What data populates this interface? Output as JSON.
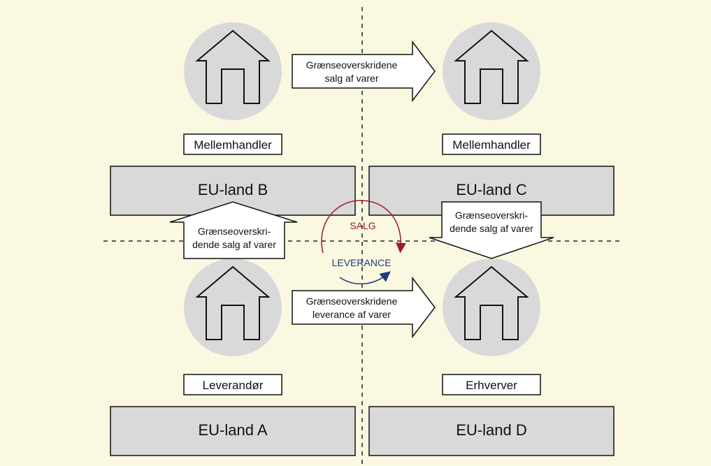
{
  "colors": {
    "background": "#fbf8e1",
    "circle": "#d9d9d9",
    "box": "#d9d9d9",
    "salg": "#9b1b30",
    "leverance": "#1f3a78"
  },
  "countries": {
    "a": "EU-land A",
    "b": "EU-land B",
    "c": "EU-land C",
    "d": "EU-land D"
  },
  "roles": {
    "top_left": "Mellemhandler",
    "top_right": "Mellemhandler",
    "bottom_left": "Leverandør",
    "bottom_right": "Erhverver"
  },
  "arrows": {
    "top_line1": "Grænseoverskridene",
    "top_line2": "salg af varer",
    "bottom_line1": "Grænseoverskridene",
    "bottom_line2": "leverance af varer",
    "up_line1": "Grænseoverskri-",
    "up_line2": "dende salg af varer",
    "down_line1": "Grænseoverskri-",
    "down_line2": "dende salg af varer"
  },
  "cycle": {
    "salg": "SALG",
    "leverance": "LEVERANCE"
  },
  "icons": [
    "house-icon"
  ]
}
